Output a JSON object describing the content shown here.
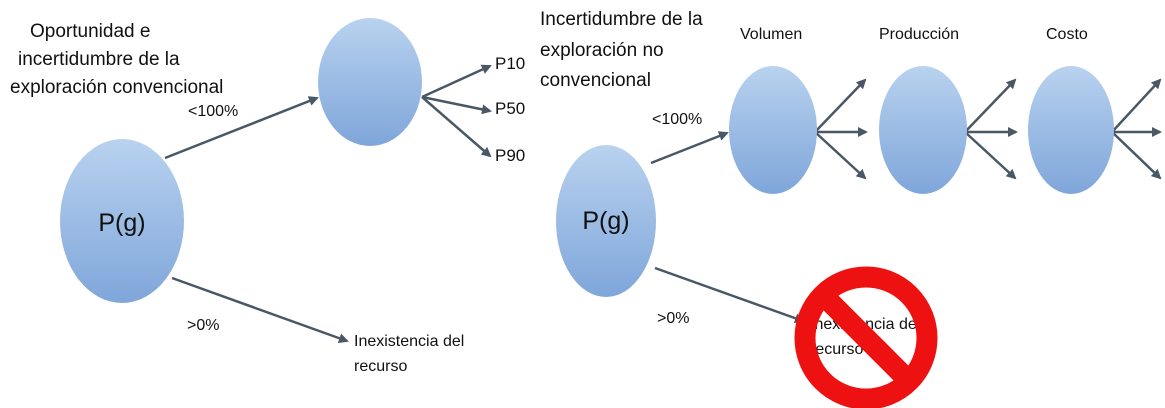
{
  "colors": {
    "node_fill_top": "#b7d0ee",
    "node_fill_bottom": "#7fa7dc",
    "arrow": "#4a5866",
    "prohibited_red": "#ee1111",
    "text": "#111111"
  },
  "left_diagram": {
    "title_lines": [
      "Oportunidad e",
      "incertidumbre de la",
      "exploración convencional"
    ],
    "root_label": "P(g)",
    "branch_success_label": "<100%",
    "branch_failure_label": ">0%",
    "outcomes": [
      "P10",
      "P50",
      "P90"
    ],
    "failure_text_lines": [
      "Inexistencia del",
      "recurso"
    ]
  },
  "right_diagram": {
    "title_lines": [
      "Incertidumbre de la",
      "exploración no",
      "convencional"
    ],
    "root_label": "P(g)",
    "branch_success_label": "<100%",
    "branch_failure_label": ">0%",
    "stage_labels": [
      "Volumen",
      "Producción",
      "Costo"
    ],
    "failure_text_lines": [
      "Inexistencia del",
      "recurso"
    ],
    "prohibited_icon": "prohibited-icon"
  }
}
